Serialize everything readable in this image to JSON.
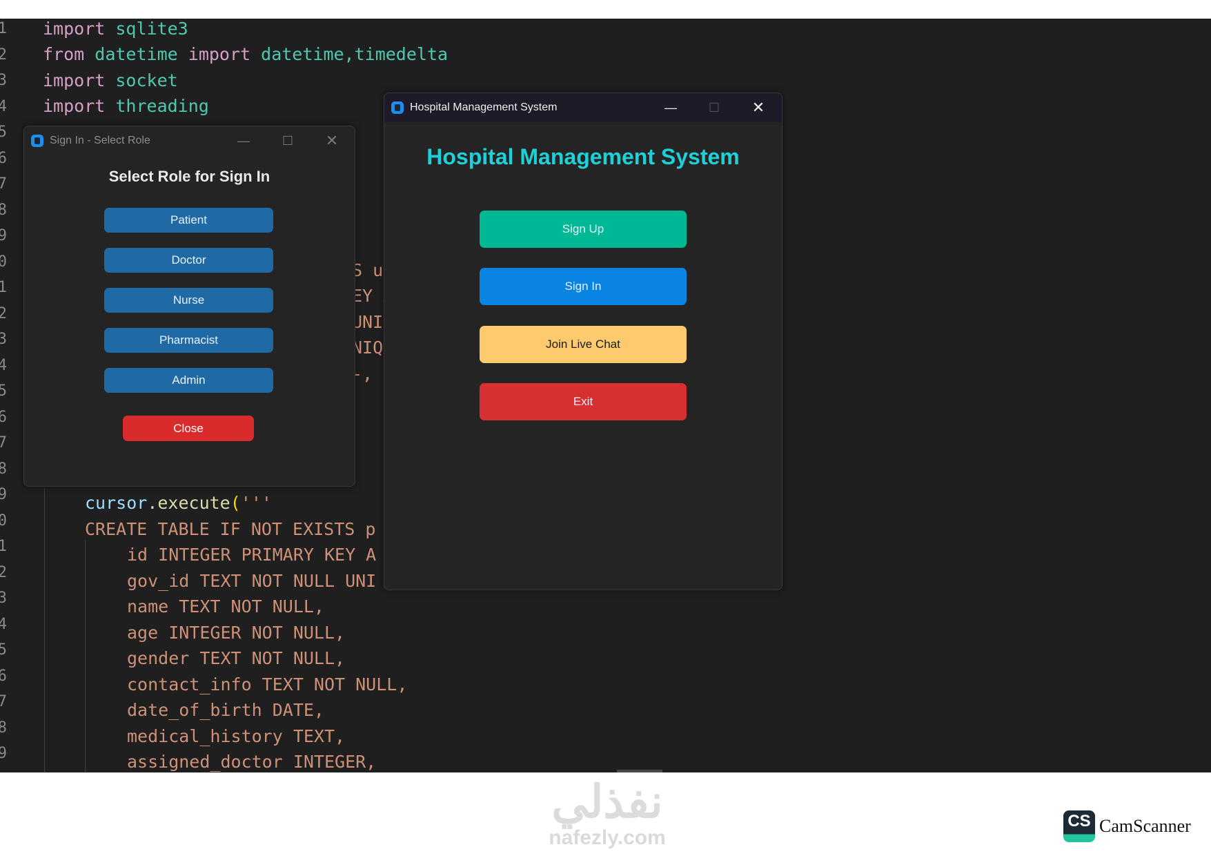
{
  "editor": {
    "line_numbers": [
      "1",
      "2",
      "3",
      "4",
      "5",
      "6",
      "7",
      "8",
      "9",
      "0",
      "1",
      "2",
      "3",
      "4",
      "5",
      "6",
      "7",
      "8",
      "9",
      "0",
      "1",
      "2",
      "3",
      "4",
      "5",
      "6",
      "7",
      "8",
      "9"
    ],
    "lines": {
      "l1": {
        "kw": "import",
        "mod": "sqlite3"
      },
      "l2": {
        "kw1": "from",
        "mod1": "datetime",
        "kw2": "import",
        "mod2": "datetime,timedelta"
      },
      "l3": {
        "kw": "import",
        "mod": "socket"
      },
      "l4": {
        "kw": "import",
        "mod": "threading"
      },
      "l10": "S u",
      "l11": "EY A",
      "l12": "UNI",
      "l13": "NIQU",
      "l14": "-,",
      "l19": {
        "var": "cursor",
        "dot": ".",
        "fn": "execute",
        "paren": "(",
        "str": "'''"
      },
      "l20": "CREATE TABLE IF NOT EXISTS p",
      "l21": "id INTEGER PRIMARY KEY A",
      "l22": "gov_id TEXT NOT NULL UNI",
      "l23": "name TEXT NOT NULL,",
      "l24": "age INTEGER NOT NULL,",
      "l25": "gender TEXT NOT NULL,",
      "l26": "contact_info TEXT NOT NULL,",
      "l27": "date_of_birth DATE,",
      "l28": "medical_history TEXT,",
      "l29": "assigned_doctor INTEGER,"
    }
  },
  "signin_window": {
    "title": "Sign In - Select Role",
    "heading": "Select Role for Sign In",
    "roles": [
      "Patient",
      "Doctor",
      "Nurse",
      "Pharmacist",
      "Admin"
    ],
    "close_label": "Close",
    "role_color": "#1f6aa5",
    "close_color": "#d92b2b"
  },
  "main_window": {
    "title": "Hospital Management System",
    "heading": "Hospital Management System",
    "buttons": [
      {
        "label": "Sign Up",
        "color": "#00b894"
      },
      {
        "label": "Sign In",
        "color": "#0984e3"
      },
      {
        "label": "Join Live Chat",
        "color": "#fdcb6e"
      },
      {
        "label": "Exit",
        "color": "#d63031"
      }
    ],
    "heading_color": "#1dd1d8"
  },
  "footer": {
    "watermark_arabic": "نفذلي",
    "watermark_site": "nafezly.com",
    "camscanner_logo": "CS",
    "camscanner_text": "CamScanner"
  }
}
